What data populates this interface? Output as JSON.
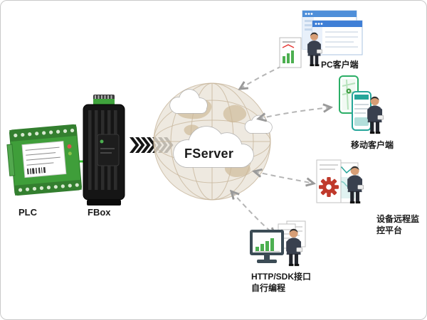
{
  "nodes": {
    "plc": {
      "label": "PLC"
    },
    "fbox": {
      "label": "FBox"
    },
    "fserver": {
      "label": "FServer"
    }
  },
  "endpoints": [
    {
      "id": "pc-client",
      "label": "PC客户端"
    },
    {
      "id": "mobile-client",
      "label": "移动客户端"
    },
    {
      "id": "remote-monitoring",
      "label_line1": "设备远程监",
      "label_line2": "控平台"
    },
    {
      "id": "http-sdk",
      "label_line1": "HTTP/SDK接口",
      "label_line2": "自行编程"
    }
  ],
  "icons": {
    "plc": "plc-device-icon",
    "fbox": "fbox-gateway-icon",
    "cloud": "globe-cloud-icon",
    "pc": "browser-windows-icon",
    "mobile": "smartphones-icon",
    "monitor": "gear-dashboard-icon",
    "sdk": "chart-monitor-icon",
    "person": "person-icon"
  },
  "colors": {
    "plc_green": "#3F9E3A",
    "wire_green": "#35C42F",
    "fbox_black": "#151515",
    "connector_gray": "#B5B5B5",
    "window_blue": "#3F7FD6",
    "phone_teal": "#26A69A",
    "phone_green": "#2BAE66",
    "gear_red": "#C0392B",
    "chart_green": "#4CAF50",
    "globe_tan": "#EAE3D8"
  }
}
